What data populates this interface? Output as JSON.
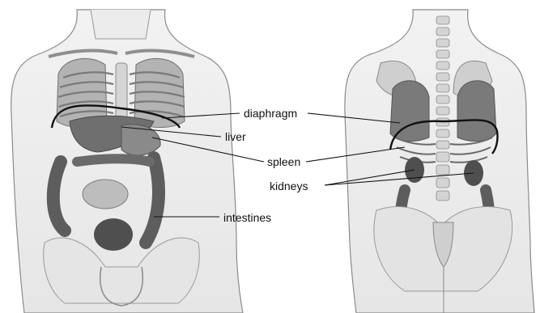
{
  "labels": {
    "diaphragm": "diaphragm",
    "liver": "liver",
    "spleen": "spleen",
    "kidneys": "kidneys",
    "intestines": "intestines"
  },
  "figures": {
    "front": "front-torso-illustration",
    "back": "back-torso-illustration"
  },
  "colors": {
    "skin": "#efefef",
    "outline": "#8a8a8a",
    "organ_dark": "#5d5d5d",
    "organ_mid": "#8c8c8c",
    "bone": "#d9d9d9",
    "diaphragm_line": "#111111"
  }
}
